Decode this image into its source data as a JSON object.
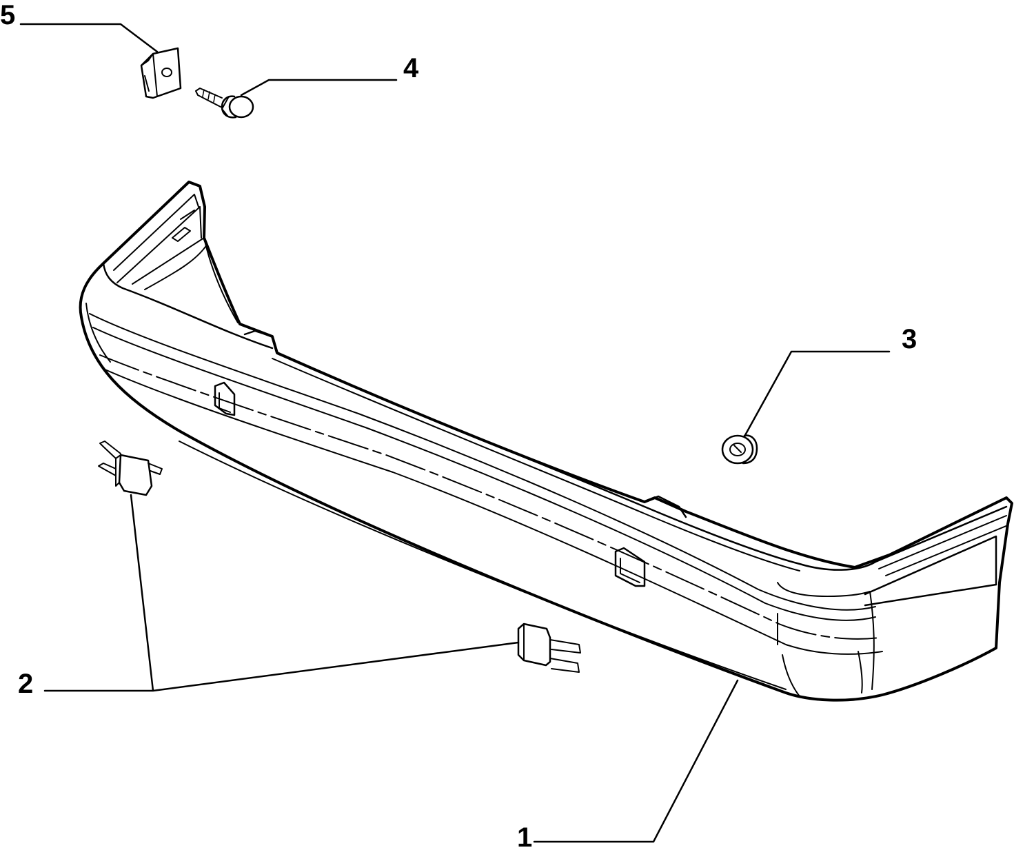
{
  "callouts": [
    {
      "id": "1",
      "label": "1",
      "part": "bumper"
    },
    {
      "id": "2",
      "label": "2",
      "part": "bracket-clip"
    },
    {
      "id": "3",
      "label": "3",
      "part": "grommet"
    },
    {
      "id": "4",
      "label": "4",
      "part": "screw"
    },
    {
      "id": "5",
      "label": "5",
      "part": "speed-nut"
    }
  ]
}
